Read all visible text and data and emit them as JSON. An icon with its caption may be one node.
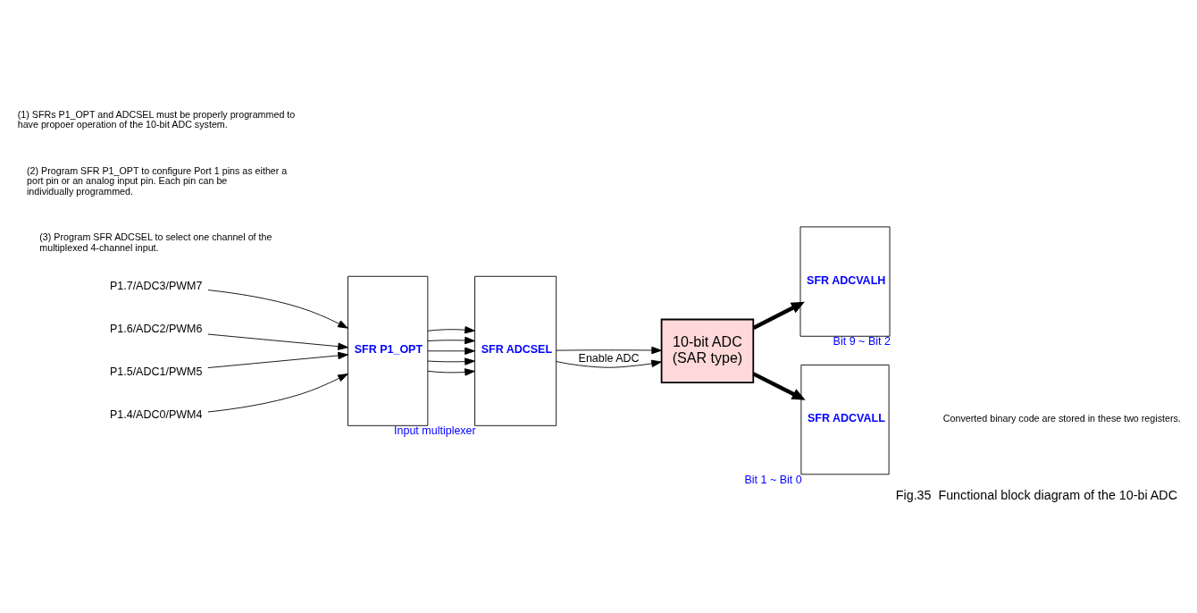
{
  "diagram": {
    "caption": "Fig.35  Functional block diagram of the 10-bi ADC",
    "nodes": [
      {
        "text": [
          "P1.7/ADC3/PWM7"
        ]
      },
      {
        "text": [
          "P1.6/ADC2/PWM6"
        ]
      },
      {
        "text": [
          "P1.5/ADC1/PWM5"
        ]
      },
      {
        "text": [
          "P1.4/ADC0/PWM4"
        ]
      },
      {
        "text": [
          "SFR P1_OPT"
        ]
      },
      {
        "text": [
          "SFR ADCSEL"
        ],
        "beside": [
          "Input multiplexer"
        ]
      },
      {
        "text": [
          "10-bit ADC",
          "(SAR type)"
        ]
      },
      {
        "text": [
          "SFR ADCVALH"
        ],
        "beside": [
          "Bit 9 ~ Bit 2"
        ]
      },
      {
        "text": [
          "SFR ADCVALL"
        ],
        "beside": [
          "Bit 1 ~ Bit 0"
        ]
      }
    ],
    "edges": [
      {
        "from": 0,
        "to": 4,
        "arrow": "to"
      },
      {
        "from": 1,
        "to": 4,
        "arrow": "to"
      },
      {
        "from": 2,
        "to": 4,
        "arrow": "to"
      },
      {
        "from": 3,
        "to": 4,
        "arrow": "to"
      },
      {
        "from": 4,
        "to": 5,
        "arrow": "to"
      },
      {
        "from": 4,
        "to": 5,
        "arrow": "to"
      },
      {
        "from": 4,
        "to": 5,
        "arrow": "to"
      },
      {
        "from": 4,
        "to": 5,
        "arrow": "to"
      },
      {
        "from": 4,
        "to": 5,
        "arrow": "to"
      },
      {
        "from": 5,
        "to": 6,
        "arrow": "to"
      },
      {
        "from": 5,
        "to": 6,
        "arrow": "to",
        "label": "Enable ADC"
      },
      {
        "from": 6,
        "to": 7,
        "arrow": "to",
        "style": "thick"
      },
      {
        "from": 6,
        "to": 8,
        "arrow": "to",
        "style": "thick"
      }
    ],
    "labels": [
      "Converted binary code are stored in these two registers.",
      "(1) SFRs P1_OPT and ADCSEL must be properly programmed to have propoer operation of the 10-bit ADC system.",
      "(2) Program SFR P1_OPT to configure Port 1 pins as either a port pin or an analog input pin. Each pin can be individually programmed.",
      "(3) Program SFR ADCSEL to select one channel of the multiplexed 4-channel input."
    ]
  }
}
